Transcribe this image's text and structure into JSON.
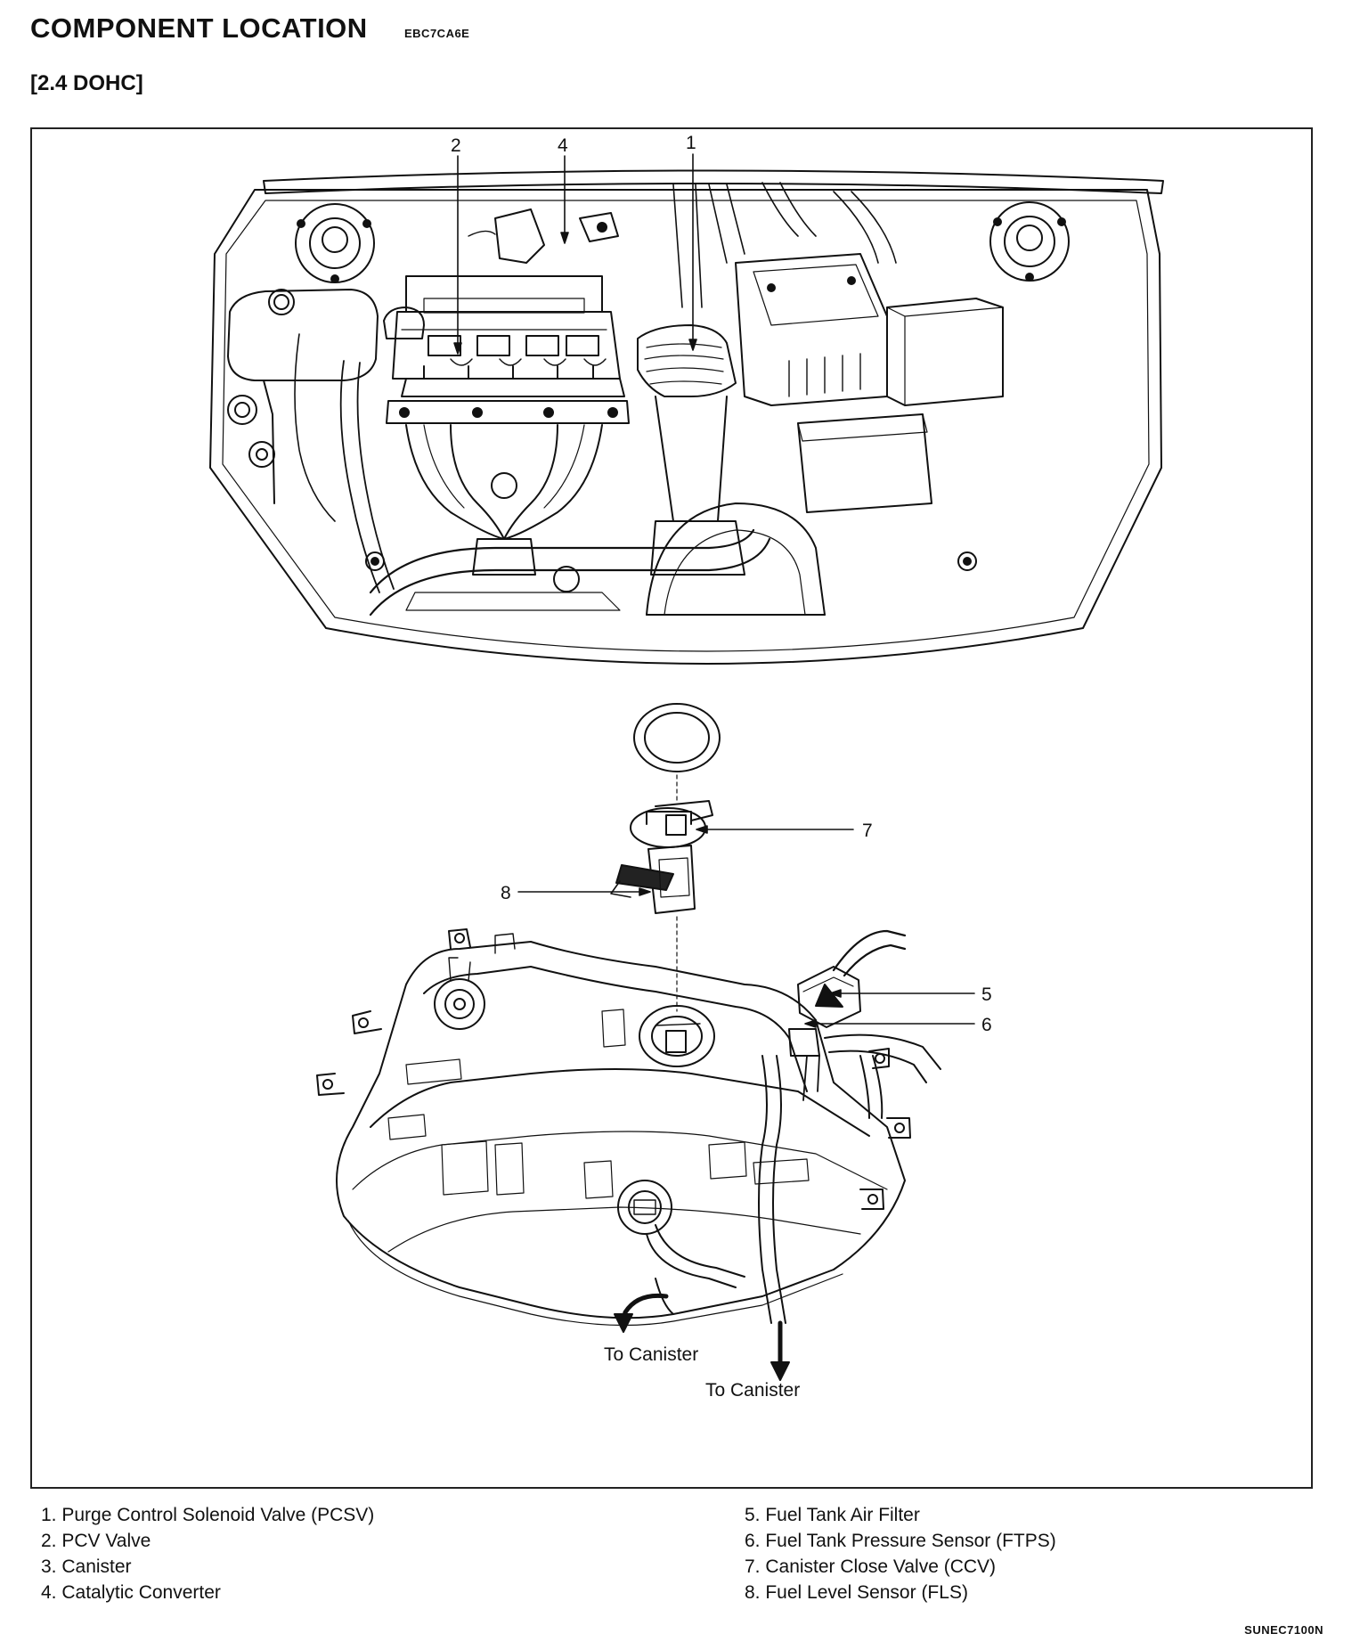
{
  "header": {
    "title": "COMPONENT LOCATION",
    "code": "EBC7CA6E",
    "subtitle": "[2.4 DOHC]"
  },
  "callouts": [
    "1",
    "2",
    "4",
    "5",
    "6",
    "7",
    "8"
  ],
  "arrows": {
    "to_canister_1": "To Canister",
    "to_canister_2": "To Canister"
  },
  "legend": {
    "left": [
      "1. Purge Control Solenoid Valve (PCSV)",
      "2. PCV Valve",
      "3. Canister",
      "4. Catalytic Converter"
    ],
    "right": [
      "5. Fuel Tank Air Filter",
      "6. Fuel Tank Pressure Sensor (FTPS)",
      "7. Canister Close Valve (CCV)",
      "8. Fuel Level Sensor (FLS)"
    ]
  },
  "figure_code": "SUNEC7100N"
}
